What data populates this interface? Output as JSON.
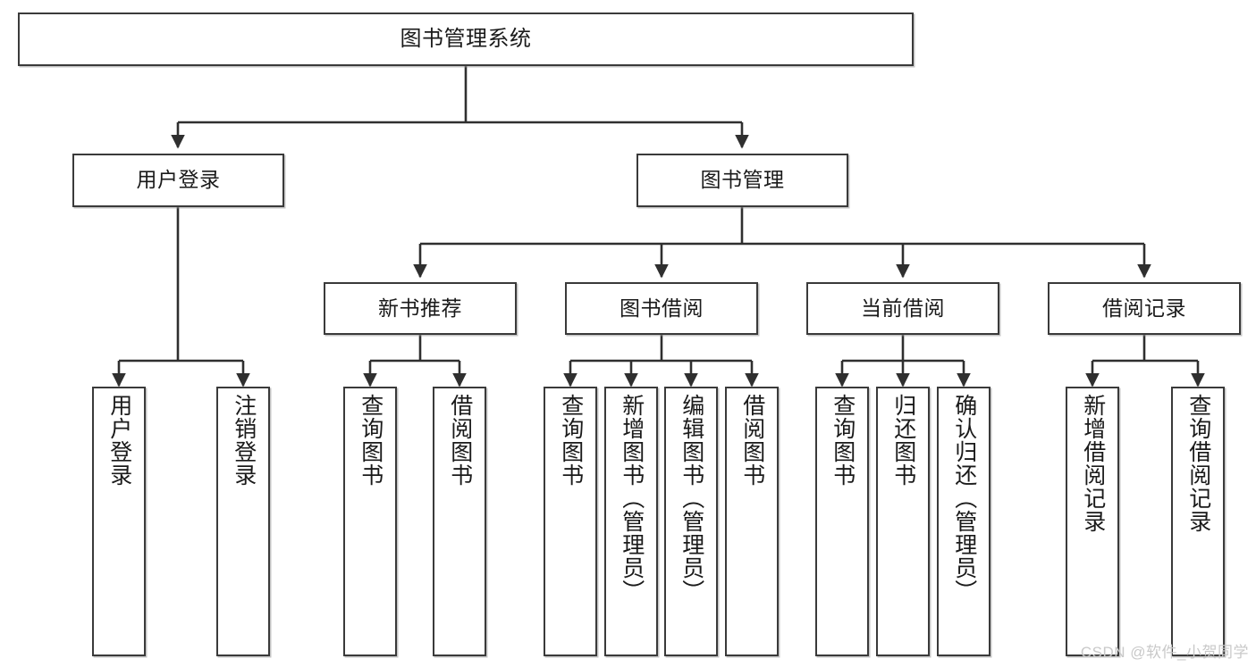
{
  "diagram": {
    "title": "图书管理系统",
    "root": {
      "id": "root",
      "label": "图书管理系统"
    },
    "tier2": [
      {
        "id": "user-login",
        "label": "用户登录"
      },
      {
        "id": "book-manage",
        "label": "图书管理"
      }
    ],
    "tier3": [
      {
        "id": "new-book-recommend",
        "label": "新书推荐"
      },
      {
        "id": "book-borrow",
        "label": "图书借阅"
      },
      {
        "id": "current-borrow",
        "label": "当前借阅"
      },
      {
        "id": "borrow-record",
        "label": "借阅记录"
      }
    ],
    "leaves": {
      "user_login": [
        {
          "id": "leaf-user-login",
          "label": "用户登录"
        },
        {
          "id": "leaf-logout",
          "label": "注销登录"
        }
      ],
      "new_book_recommend": [
        {
          "id": "leaf-query-book-1",
          "label": "查询图书"
        },
        {
          "id": "leaf-borrow-book-1",
          "label": "借阅图书"
        }
      ],
      "book_borrow": [
        {
          "id": "leaf-query-book-2",
          "label": "查询图书"
        },
        {
          "id": "leaf-add-book",
          "label": "新增图书（管理员）"
        },
        {
          "id": "leaf-edit-book",
          "label": "编辑图书（管理员）"
        },
        {
          "id": "leaf-borrow-book-2",
          "label": "借阅图书"
        }
      ],
      "current_borrow": [
        {
          "id": "leaf-query-book-3",
          "label": "查询图书"
        },
        {
          "id": "leaf-return-book",
          "label": "归还图书"
        },
        {
          "id": "leaf-confirm-return",
          "label": "确认归还（管理员）"
        }
      ],
      "borrow_record": [
        {
          "id": "leaf-add-record",
          "label": "新增借阅记录"
        },
        {
          "id": "leaf-query-record",
          "label": "查询借阅记录"
        }
      ]
    }
  },
  "watermark": {
    "text": "CSDN @软件_小贺同学"
  },
  "colors": {
    "box_border": "#3a3a3a",
    "background": "#ffffff",
    "text": "#1a1a1a",
    "connector": "#2f2f2f",
    "watermark": "#c9c9c9"
  }
}
